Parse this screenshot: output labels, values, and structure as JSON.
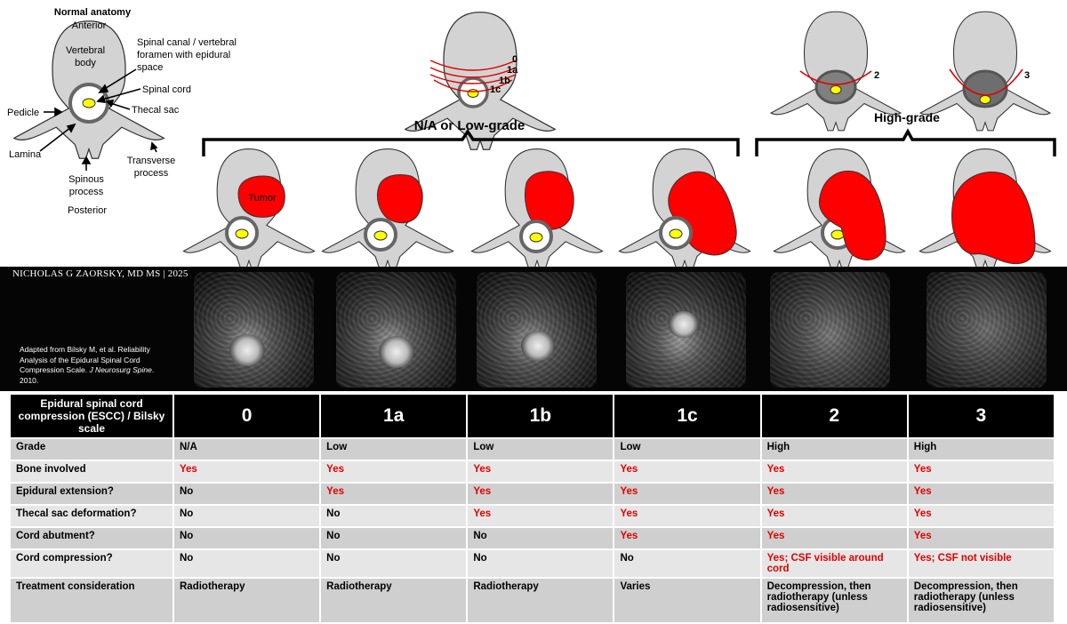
{
  "anatomy": {
    "title": "Normal anatomy",
    "anterior": "Anterior",
    "vertebral_body": [
      "Vertebral",
      "body"
    ],
    "spinal_canal": [
      "Spinal canal / vertebral",
      "foramen with epidural",
      "space"
    ],
    "spinal_cord": "Spinal cord",
    "thecal_sac": "Thecal sac",
    "pedicle": "Pedicle",
    "lamina": "Lamina",
    "spinous_process": [
      "Spinous",
      "process"
    ],
    "transverse_process": [
      "Transverse",
      "process"
    ],
    "posterior": "Posterior"
  },
  "overlay_labels": {
    "l0": "0",
    "l1a": "1a",
    "l1b": "1b",
    "l1c": "1c",
    "l2": "2",
    "l3": "3"
  },
  "group_labels": {
    "low": "N/A or Low-grade",
    "high": "High-grade"
  },
  "tumor_label": "Tumor",
  "credit": "NICHOLAS G ZAORSKY, MD MS | 2025",
  "citation": {
    "text": "Adapted from Bilsky M, et al. Reliability Analysis of the Epidural Spinal Cord Compression Scale.",
    "journal": "J Neurosurg Spine",
    "year": ". 2010."
  },
  "colors": {
    "tumor": "#ff0000",
    "line": "#e00000",
    "bone": "#d3d3d3",
    "cord": "#ffff00",
    "yes": "#e00000"
  },
  "table": {
    "corner": "Epidural spinal cord compression (ESCC) / Bilsky scale",
    "grades": [
      "0",
      "1a",
      "1b",
      "1c",
      "2",
      "3"
    ],
    "rows": [
      {
        "label": "Grade",
        "cells": [
          {
            "t": "N/A",
            "yes": false
          },
          {
            "t": "Low",
            "yes": false
          },
          {
            "t": "Low",
            "yes": false
          },
          {
            "t": "Low",
            "yes": false
          },
          {
            "t": "High",
            "yes": false
          },
          {
            "t": "High",
            "yes": false
          }
        ]
      },
      {
        "label": "Bone involved",
        "cells": [
          {
            "t": "Yes",
            "yes": true
          },
          {
            "t": "Yes",
            "yes": true
          },
          {
            "t": "Yes",
            "yes": true
          },
          {
            "t": "Yes",
            "yes": true
          },
          {
            "t": "Yes",
            "yes": true
          },
          {
            "t": "Yes",
            "yes": true
          }
        ]
      },
      {
        "label": "Epidural extension?",
        "cells": [
          {
            "t": "No",
            "yes": false
          },
          {
            "t": "Yes",
            "yes": true
          },
          {
            "t": "Yes",
            "yes": true
          },
          {
            "t": "Yes",
            "yes": true
          },
          {
            "t": "Yes",
            "yes": true
          },
          {
            "t": "Yes",
            "yes": true
          }
        ]
      },
      {
        "label": "Thecal sac deformation?",
        "cells": [
          {
            "t": "No",
            "yes": false
          },
          {
            "t": "No",
            "yes": false
          },
          {
            "t": "Yes",
            "yes": true
          },
          {
            "t": "Yes",
            "yes": true
          },
          {
            "t": "Yes",
            "yes": true
          },
          {
            "t": "Yes",
            "yes": true
          }
        ]
      },
      {
        "label": "Cord abutment?",
        "cells": [
          {
            "t": "No",
            "yes": false
          },
          {
            "t": "No",
            "yes": false
          },
          {
            "t": "No",
            "yes": false
          },
          {
            "t": "Yes",
            "yes": true
          },
          {
            "t": "Yes",
            "yes": true
          },
          {
            "t": "Yes",
            "yes": true
          }
        ]
      },
      {
        "label": "Cord compression?",
        "cells": [
          {
            "t": "No",
            "yes": false
          },
          {
            "t": "No",
            "yes": false
          },
          {
            "t": "No",
            "yes": false
          },
          {
            "t": "No",
            "yes": false
          },
          {
            "t": "Yes; CSF visible around cord",
            "yes": true
          },
          {
            "t": "Yes; CSF not visible",
            "yes": true
          }
        ]
      },
      {
        "label": "Treatment consideration",
        "cells": [
          {
            "t": "Radiotherapy",
            "yes": false
          },
          {
            "t": "Radiotherapy",
            "yes": false
          },
          {
            "t": "Radiotherapy",
            "yes": false
          },
          {
            "t": "Varies",
            "yes": false
          },
          {
            "t": "Decompression, then radiotherapy (unless radiosensitive)",
            "yes": false
          },
          {
            "t": "Decompression, then radiotherapy (unless radiosensitive)",
            "yes": false
          }
        ]
      }
    ]
  }
}
